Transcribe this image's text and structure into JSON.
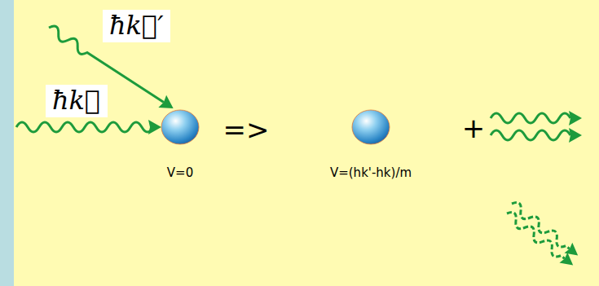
{
  "diagram": {
    "nodes": [
      {
        "text": [
          "ħk⃗′"
        ]
      },
      {
        "text": [
          "ħk⃗"
        ]
      }
    ],
    "labels": [
      "=>",
      "+",
      "V=0",
      "V=(hk'-hk)/m"
    ]
  }
}
